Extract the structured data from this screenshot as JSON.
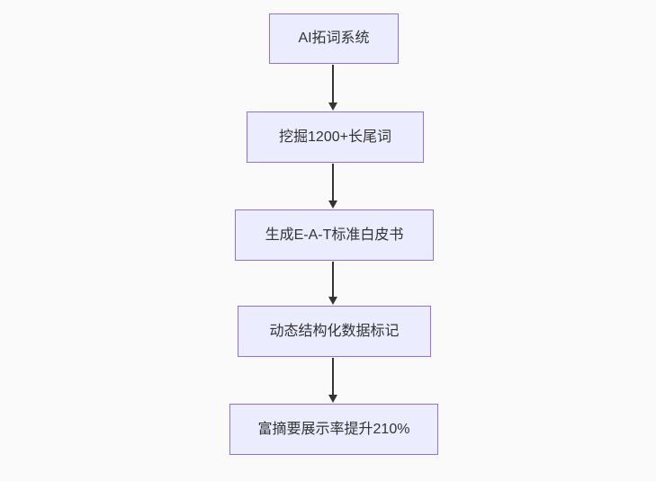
{
  "flowchart": {
    "type": "flowchart",
    "direction": "top-down",
    "nodes": [
      {
        "label": "AI拓词系统"
      },
      {
        "label": "挖掘1200+长尾词"
      },
      {
        "label": "生成E-A-T标准白皮书"
      },
      {
        "label": "动态结构化数据标记"
      },
      {
        "label": "富摘要展示率提升210%"
      }
    ],
    "edges": [
      {
        "from": 0,
        "to": 1
      },
      {
        "from": 1,
        "to": 2
      },
      {
        "from": 2,
        "to": 3
      },
      {
        "from": 3,
        "to": 4
      }
    ]
  },
  "theme": {
    "colors": {
      "canvas_bg": "#fafafa",
      "node_fill": "#ececff",
      "node_border": "#9370db",
      "node_text": "#333333",
      "arrow": "#333333"
    }
  }
}
